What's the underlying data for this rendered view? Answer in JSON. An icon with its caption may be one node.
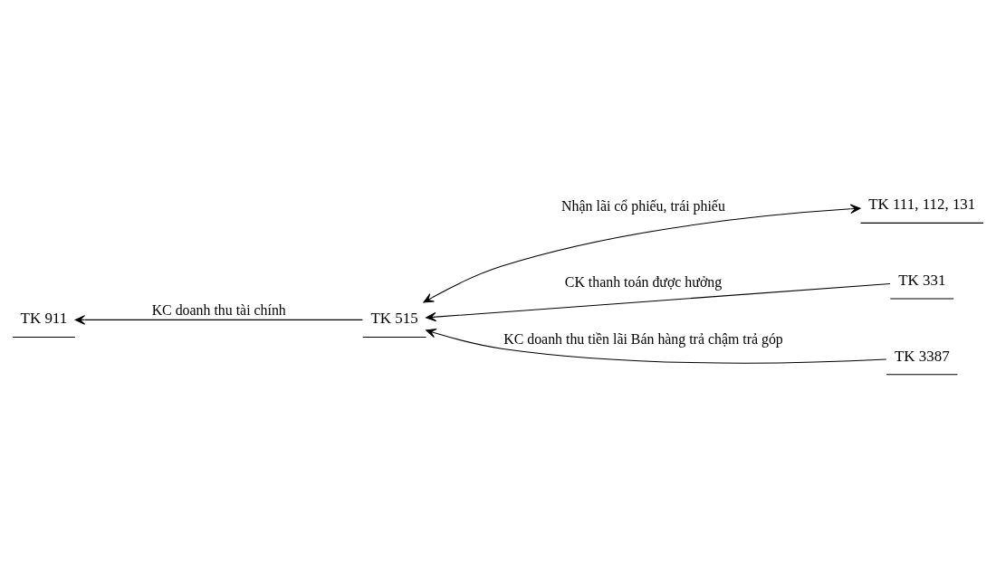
{
  "diagram": {
    "nodes": [
      {
        "text": [
          "TK 911"
        ]
      },
      {
        "text": [
          "TK 515"
        ]
      },
      {
        "text": [
          "TK 111, 112, 131"
        ]
      },
      {
        "text": [
          "TK 331"
        ]
      },
      {
        "text": [
          "TK 3387"
        ]
      }
    ],
    "edges": [
      {
        "from": 1,
        "to": 0,
        "arrow": "to",
        "label": "KC doanh thu tài chính"
      },
      {
        "from": 1,
        "to": 2,
        "arrow": "both",
        "label": "Nhận lãi cổ phiếu, trái phiếu"
      },
      {
        "from": 3,
        "to": 1,
        "arrow": "to",
        "label": "CK thanh toán được hưởng"
      },
      {
        "from": 4,
        "to": 1,
        "arrow": "to",
        "label": "KC doanh thu tiền lãi Bán hàng trả chậm trả góp"
      }
    ]
  }
}
